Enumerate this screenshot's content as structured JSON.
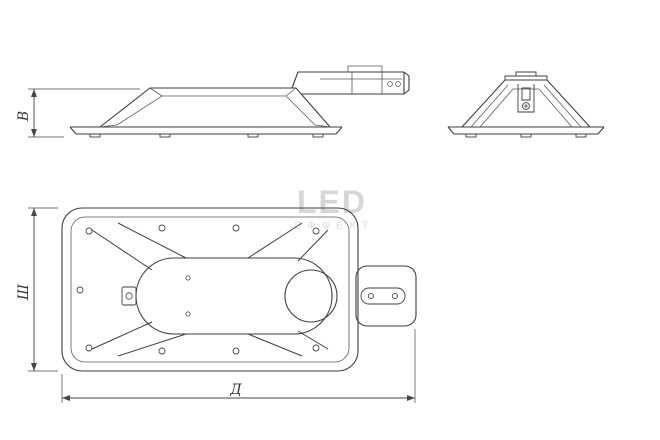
{
  "page": {
    "background": "#ffffff"
  },
  "watermark": {
    "line1": "LED",
    "line2": "ЭФФЕКТ"
  },
  "dimensions": {
    "height_label": "В",
    "width_label": "Ш",
    "length_label": "Д"
  },
  "colors": {
    "line": "#3d3d3d",
    "detail": "#5a5a5a",
    "dimension": "#474747",
    "watermark": "#d6d6d6"
  }
}
